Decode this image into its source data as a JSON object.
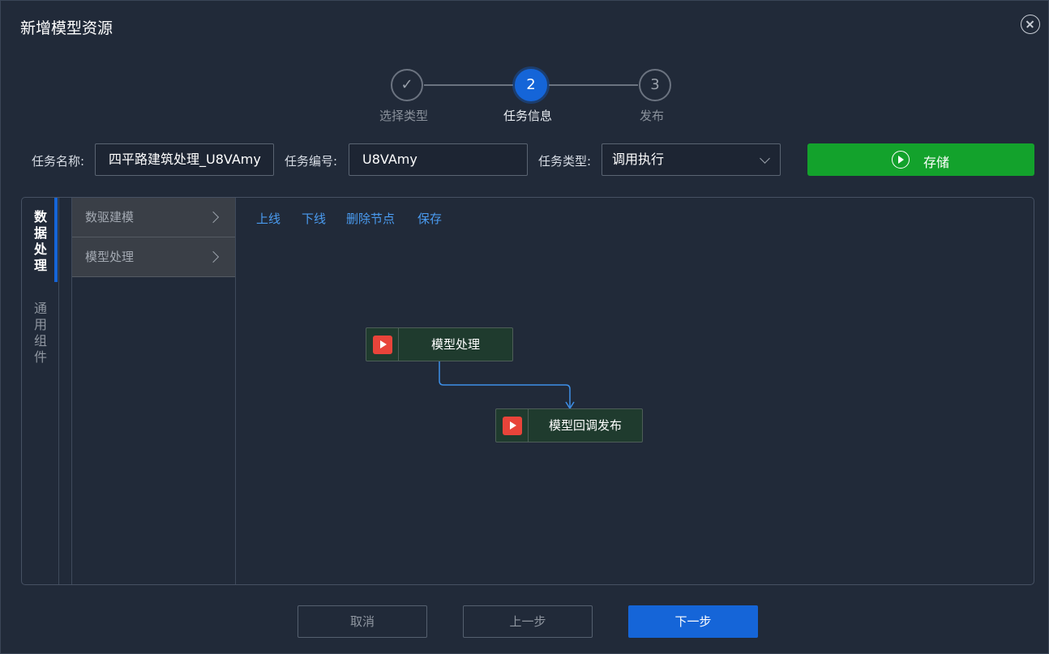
{
  "dialog": {
    "title": "新增模型资源"
  },
  "stepper": {
    "steps": [
      {
        "marker": "✓",
        "label": "选择类型",
        "state": "done"
      },
      {
        "marker": "2",
        "label": "任务信息",
        "state": "active"
      },
      {
        "marker": "3",
        "label": "发布",
        "state": "pending"
      }
    ]
  },
  "form": {
    "task_name_label": "任务名称:",
    "task_name_value": "四平路建筑处理_U8VAmy",
    "task_code_label": "任务编号:",
    "task_code_value": "U8VAmy",
    "task_type_label": "任务类型:",
    "task_type_value": "调用执行",
    "store_button": "存储"
  },
  "side_tabs": [
    {
      "label": "数据处理",
      "active": true
    },
    {
      "label": "通用组件",
      "active": false
    }
  ],
  "categories": [
    {
      "label": "数驱建模"
    },
    {
      "label": "模型处理"
    }
  ],
  "canvas_toolbar": {
    "online": "上线",
    "offline": "下线",
    "delete_node": "删除节点",
    "save": "保存"
  },
  "flow": {
    "nodes": [
      {
        "id": "n1",
        "label": "模型处理"
      },
      {
        "id": "n2",
        "label": "模型回调发布"
      }
    ],
    "edges": [
      {
        "from": "n1",
        "to": "n2"
      }
    ]
  },
  "footer": {
    "cancel": "取消",
    "prev": "上一步",
    "next": "下一步"
  },
  "colors": {
    "accent": "#1565d8",
    "success": "#13a22c",
    "run_icon": "#e8443a",
    "link": "#4a9bf0",
    "node_bg": "#1f3b2e"
  }
}
